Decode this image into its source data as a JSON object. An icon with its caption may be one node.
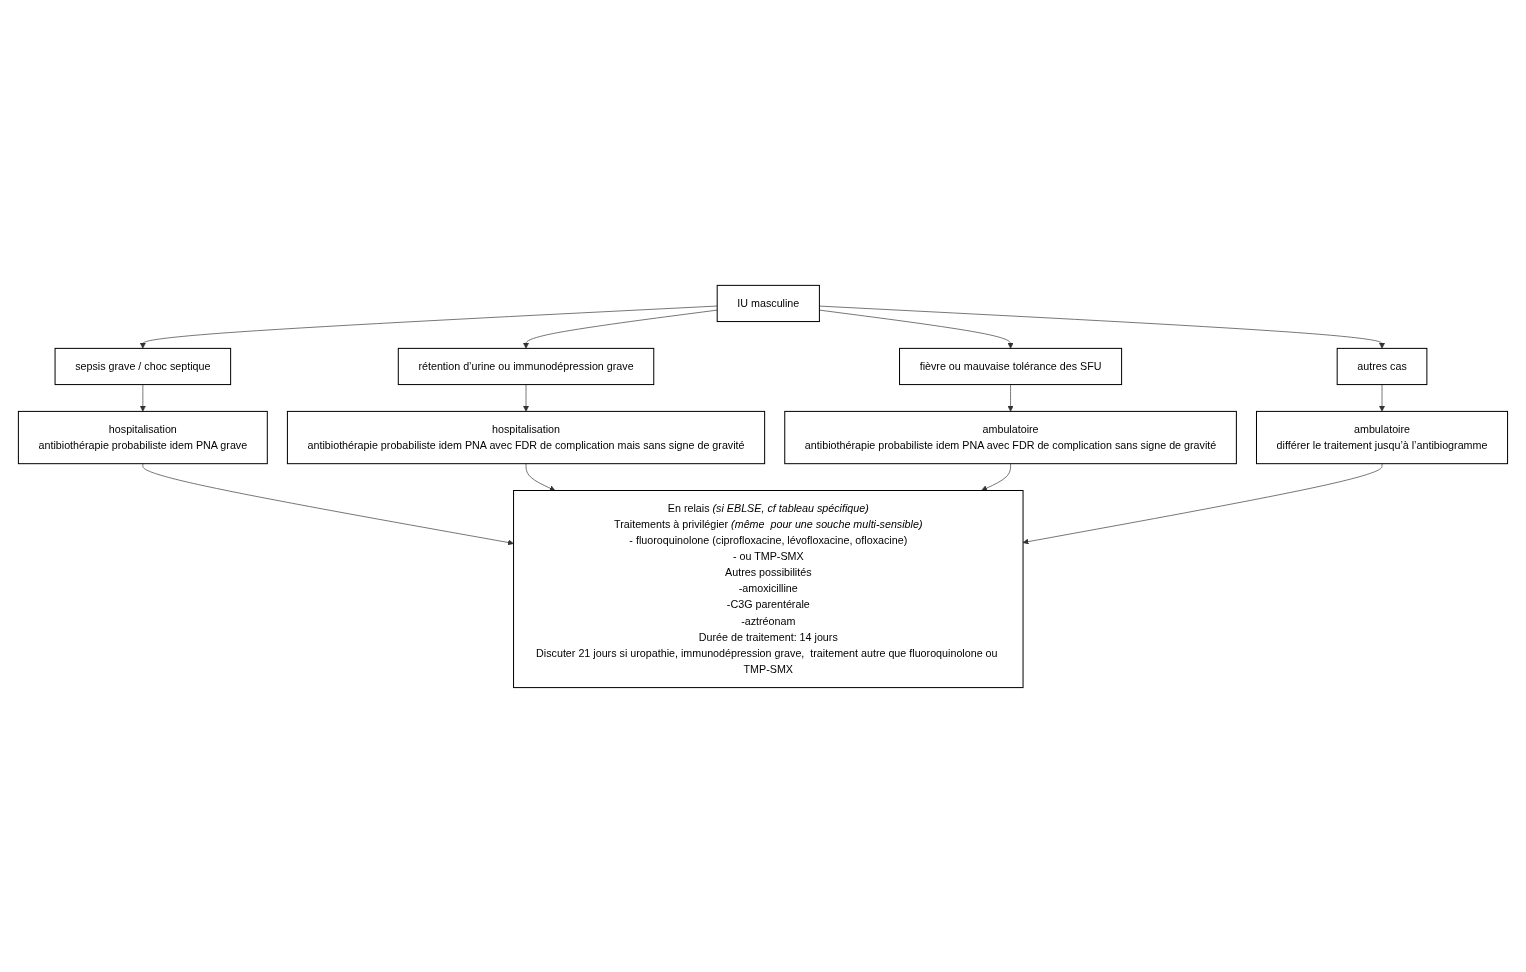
{
  "diagram": {
    "nodes": [
      {
        "text": [
          "IU masculine"
        ]
      },
      {
        "text": [
          "sepsis grave / choc septique"
        ]
      },
      {
        "text": [
          "rétention d’urine ou immunodépression grave"
        ]
      },
      {
        "text": [
          "fièvre ou mauvaise tolérance des SFU"
        ]
      },
      {
        "text": [
          "autres cas"
        ]
      },
      {
        "text": [
          "hospitalisation",
          "antibiothérapie probabiliste idem PNA grave"
        ]
      },
      {
        "text": [
          "hospitalisation",
          "antibiothérapie probabiliste idem PNA avec FDR de complication mais sans signe de gravité"
        ]
      },
      {
        "text": [
          "ambulatoire",
          "antibiothérapie probabiliste idem PNA avec FDR de complication sans signe de gravité"
        ]
      },
      {
        "text": [
          "ambulatoire",
          "différer le traitement jusqu’à l’antibiogramme"
        ]
      },
      {
        "text": [
          "En relais *(si EBLSE, cf tableau spécifique)*",
          "Traitements à privilégier *(même  pour une souche multi-sensible)*",
          "- fluoroquinolone (ciprofloxacine, lévofloxacine, ofloxacine)",
          "- ou TMP-SMX",
          "Autres possibilités",
          "-amoxicilline",
          "-C3G parentérale",
          "-aztréonam",
          "Durée de traitement: 14 jours",
          "Discuter 21 jours si uropathie, immunodépression grave,  traitement autre que fluoroquinolone ou TMP-SMX"
        ]
      }
    ],
    "edges": [
      {
        "from": 0,
        "to": 1,
        "arrow": "to"
      },
      {
        "from": 0,
        "to": 2,
        "arrow": "to"
      },
      {
        "from": 0,
        "to": 3,
        "arrow": "to"
      },
      {
        "from": 0,
        "to": 4,
        "arrow": "to"
      },
      {
        "from": 1,
        "to": 5,
        "arrow": "to"
      },
      {
        "from": 2,
        "to": 6,
        "arrow": "to"
      },
      {
        "from": 3,
        "to": 7,
        "arrow": "to"
      },
      {
        "from": 4,
        "to": 8,
        "arrow": "to"
      },
      {
        "from": 5,
        "to": 9,
        "arrow": "to"
      },
      {
        "from": 6,
        "to": 9,
        "arrow": "to"
      },
      {
        "from": 7,
        "to": 9,
        "arrow": "to"
      },
      {
        "from": 8,
        "to": 9,
        "arrow": "to"
      }
    ]
  }
}
